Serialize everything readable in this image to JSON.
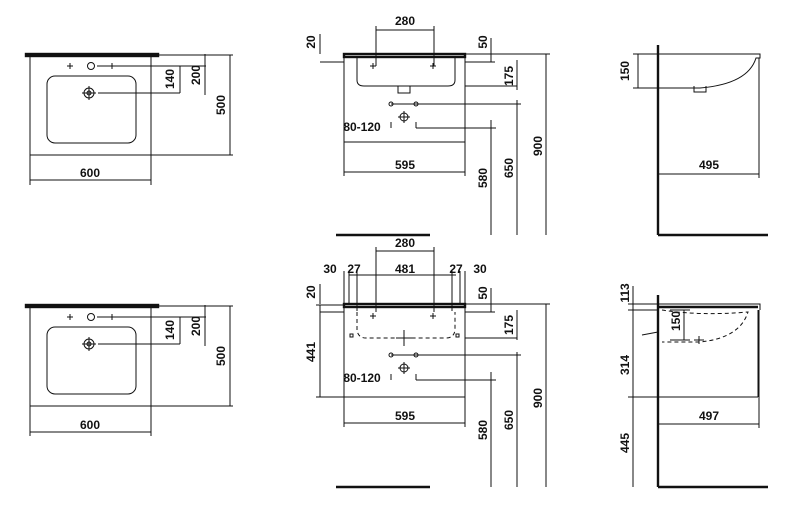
{
  "dimensions": {
    "top_plan": {
      "width": "600",
      "depth": "500",
      "tap_offset": "200",
      "bowl_offset": "140"
    },
    "top_front": {
      "tap_spacing": "280",
      "rim": "20",
      "overflow": "50",
      "bowl_depth": "175",
      "waste_spread": "80-120",
      "width": "595",
      "waste_height": "580",
      "connection_height": "650",
      "total_height": "900"
    },
    "top_side": {
      "bowl_depth": "150",
      "depth": "495"
    },
    "bottom_plan": {
      "width": "600",
      "depth": "500",
      "tap_offset": "200",
      "bowl_offset": "140"
    },
    "bottom_front": {
      "tap_spacing": "280",
      "inner_spacing": "481",
      "edge_left": "30",
      "gap_left": "27",
      "gap_right": "27",
      "edge_right": "30",
      "rim": "20",
      "overflow": "50",
      "bowl_depth": "175",
      "cabinet_height": "441",
      "waste_spread": "80-120",
      "width": "595",
      "waste_height": "580",
      "connection_height": "650",
      "total_height": "900"
    },
    "bottom_side": {
      "top_thickness": "113",
      "bowl_depth": "150",
      "cabinet_height": "314",
      "depth": "497",
      "floor_clearance": "445"
    }
  }
}
